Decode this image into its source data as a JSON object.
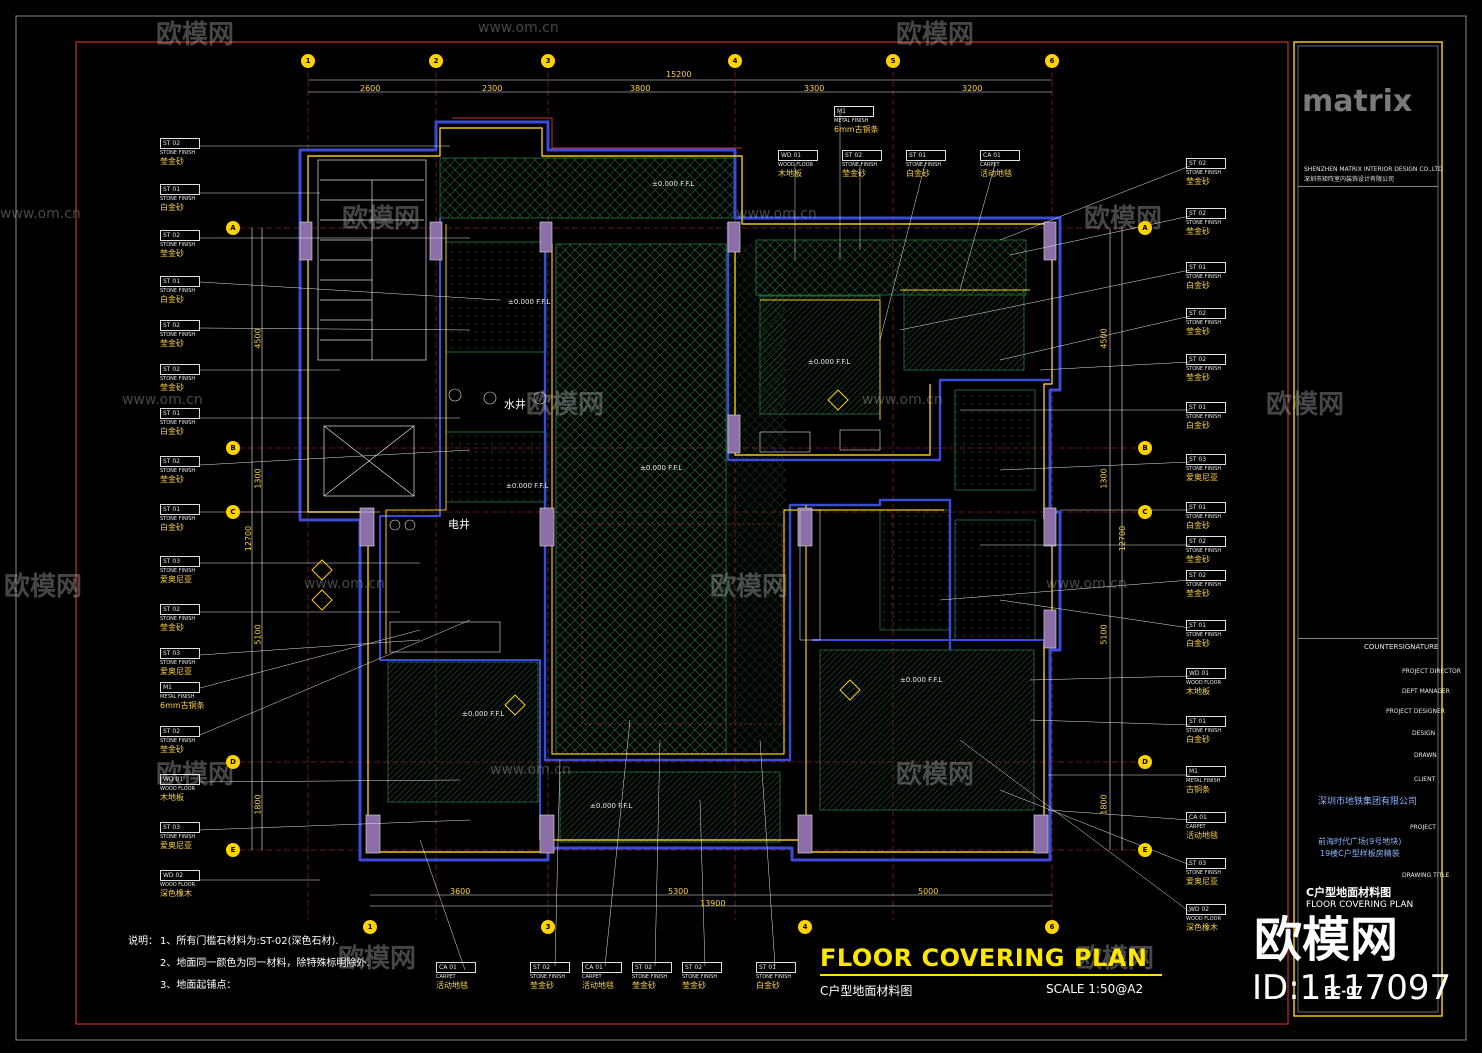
{
  "url_watermark": "www.om.cn",
  "watermark_text": "欧模网",
  "dimensions_top": [
    "2600",
    "2300",
    "3800",
    "3300",
    "3200"
  ],
  "dimension_total_top": "15200",
  "dimensions_bottom": [
    "3600",
    "5300",
    "5000"
  ],
  "dimension_total_bottom": "13900",
  "dimensions_left": [
    "4500",
    "1300",
    "12700",
    "5100",
    "1800"
  ],
  "dimensions_right": [
    "4500",
    "1300",
    "12700",
    "5100",
    "1800"
  ],
  "title_main": "FLOOR COVERING PLAN",
  "title_sub": "C户型地面材料图",
  "scale": "SCALE 1:50@A2",
  "notes_heading": "说明：",
  "notes": [
    "1、所有门槛石材料为:ST-02(深色石材).",
    "2、地面同一颜色为同一材料，除特殊标明除外.",
    "3、地面起铺点："
  ],
  "room_labels": [
    "水井",
    "电井"
  ],
  "title_block": {
    "company_en": "SHENZHEN MATRIX INTERIOR DESIGN CO.,LTD",
    "company_cn": "深圳市矩阵室内装饰设计有限公司",
    "countersignature": "COUNTERSIGNATURE",
    "roles": [
      "PROJECT DIRECTOR",
      "DEPT MANAGER",
      "PROJECT DESIGNER",
      "DESIGN",
      "DRAWN",
      "CLIENT"
    ],
    "client_name": "深圳市地铁集团有限公司",
    "project_label": "PROJECT",
    "project_name_1": "前海时代广场(9号地块)",
    "project_name_2": "19楼C户型样板房精装",
    "drawing_title_label": "DRAWING TITLE",
    "drawing_title_cn": "C户型地面材料图",
    "drawing_title_en": "FLOOR COVERING PLAN",
    "drawing_no": "FC-07"
  },
  "logo_text": "matrix",
  "brand_stamp": "欧模网",
  "brand_id": "ID:1117097",
  "left_tags": [
    {
      "code": "ST 02",
      "type": "STONE FINISH",
      "name": "莹金砂"
    },
    {
      "code": "ST 01",
      "type": "STONE FINISH",
      "name": "白金砂"
    },
    {
      "code": "ST 02",
      "type": "STONE FINISH",
      "name": "莹金砂"
    },
    {
      "code": "ST 01",
      "type": "STONE FINISH",
      "name": "白金砂"
    },
    {
      "code": "ST 02",
      "type": "STONE FINISH",
      "name": "莹金砂"
    },
    {
      "code": "ST 02",
      "type": "STONE FINISH",
      "name": "莹金砂"
    },
    {
      "code": "ST 01",
      "type": "STONE FINISH",
      "name": "白金砂"
    },
    {
      "code": "ST 02",
      "type": "STONE FINISH",
      "name": "莹金砂"
    },
    {
      "code": "ST 01",
      "type": "STONE FINISH",
      "name": "白金砂"
    },
    {
      "code": "ST 03",
      "type": "STONE FINISH",
      "name": "爱奥尼亚"
    },
    {
      "code": "ST 02",
      "type": "STONE FINISH",
      "name": "莹金砂"
    },
    {
      "code": "ST 03",
      "type": "STONE FINISH",
      "name": "爱奥尼亚"
    },
    {
      "code": "M1",
      "type": "METAL FINISH",
      "name": "6mm古铜条"
    },
    {
      "code": "ST 02",
      "type": "STONE FINISH",
      "name": "莹金砂"
    },
    {
      "code": "WD 01",
      "type": "WOOD FLOOR",
      "name": "木地板"
    },
    {
      "code": "ST 03",
      "type": "STONE FINISH",
      "name": "爱奥尼亚"
    },
    {
      "code": "WD 02",
      "type": "WOOD FLOOR",
      "name": "深色橡木"
    }
  ],
  "right_tags": [
    {
      "code": "ST 02",
      "type": "STONE FINISH",
      "name": "莹金砂"
    },
    {
      "code": "ST 02",
      "type": "STONE FINISH",
      "name": "莹金砂"
    },
    {
      "code": "ST 01",
      "type": "STONE FINISH",
      "name": "白金砂"
    },
    {
      "code": "ST 02",
      "type": "STONE FINISH",
      "name": "莹金砂"
    },
    {
      "code": "ST 02",
      "type": "STONE FINISH",
      "name": "莹金砂"
    },
    {
      "code": "ST 01",
      "type": "STONE FINISH",
      "name": "白金砂"
    },
    {
      "code": "ST 03",
      "type": "STONE FINISH",
      "name": "爱奥尼亚"
    },
    {
      "code": "ST 01",
      "type": "STONE FINISH",
      "name": "白金砂"
    },
    {
      "code": "ST 02",
      "type": "STONE FINISH",
      "name": "莹金砂"
    },
    {
      "code": "ST 02",
      "type": "STONE FINISH",
      "name": "莹金砂"
    },
    {
      "code": "ST 01",
      "type": "STONE FINISH",
      "name": "白金砂"
    },
    {
      "code": "WD 01",
      "type": "WOOD FLOOR",
      "name": "木地板"
    },
    {
      "code": "ST 01",
      "type": "STONE FINISH",
      "name": "白金砂"
    },
    {
      "code": "M1",
      "type": "METAL FINISH",
      "name": "古铜条"
    },
    {
      "code": "CA 01",
      "type": "CARPET",
      "name": "活动地毯"
    },
    {
      "code": "ST 03",
      "type": "STONE FINISH",
      "name": "爱奥尼亚"
    },
    {
      "code": "WD 02",
      "type": "WOOD FLOOR",
      "name": "深色橡木"
    }
  ],
  "top_tags": [
    {
      "code": "M1",
      "type": "METAL FINISH",
      "name": "6mm古铜条"
    },
    {
      "code": "WD 01",
      "type": "WOOD FLOOR",
      "name": "木地板"
    },
    {
      "code": "ST 02",
      "type": "STONE FINISH",
      "name": "莹金砂"
    },
    {
      "code": "ST 01",
      "type": "STONE FINISH",
      "name": "白金砂"
    },
    {
      "code": "CA 01",
      "type": "CARPET",
      "name": "活动地毯"
    }
  ],
  "bottom_tags": [
    {
      "code": "CA 01",
      "type": "CARPET",
      "name": "活动地毯"
    },
    {
      "code": "ST 02",
      "type": "STONE FINISH",
      "name": "莹金砂"
    },
    {
      "code": "CA 01",
      "type": "CARPET",
      "name": "活动地毯"
    },
    {
      "code": "ST 02",
      "type": "STONE FINISH",
      "name": "莹金砂"
    },
    {
      "code": "ST 02",
      "type": "STONE FINISH",
      "name": "莹金砂"
    },
    {
      "code": "ST 01",
      "type": "STONE FINISH",
      "name": "白金砂"
    }
  ],
  "level_mark": "±0.000 F.F.L",
  "colors": {
    "background": "#000000",
    "frame": "#c8302a",
    "wall_yellow": "#f0c814",
    "wall_blue": "#3a4bd8",
    "tag_text": "#ffd23c",
    "grid_bubble": "#ffd200",
    "hatch": "#2e8a4a",
    "title_yellow": "#ffe600",
    "column_fill": "#8c6ea8"
  }
}
